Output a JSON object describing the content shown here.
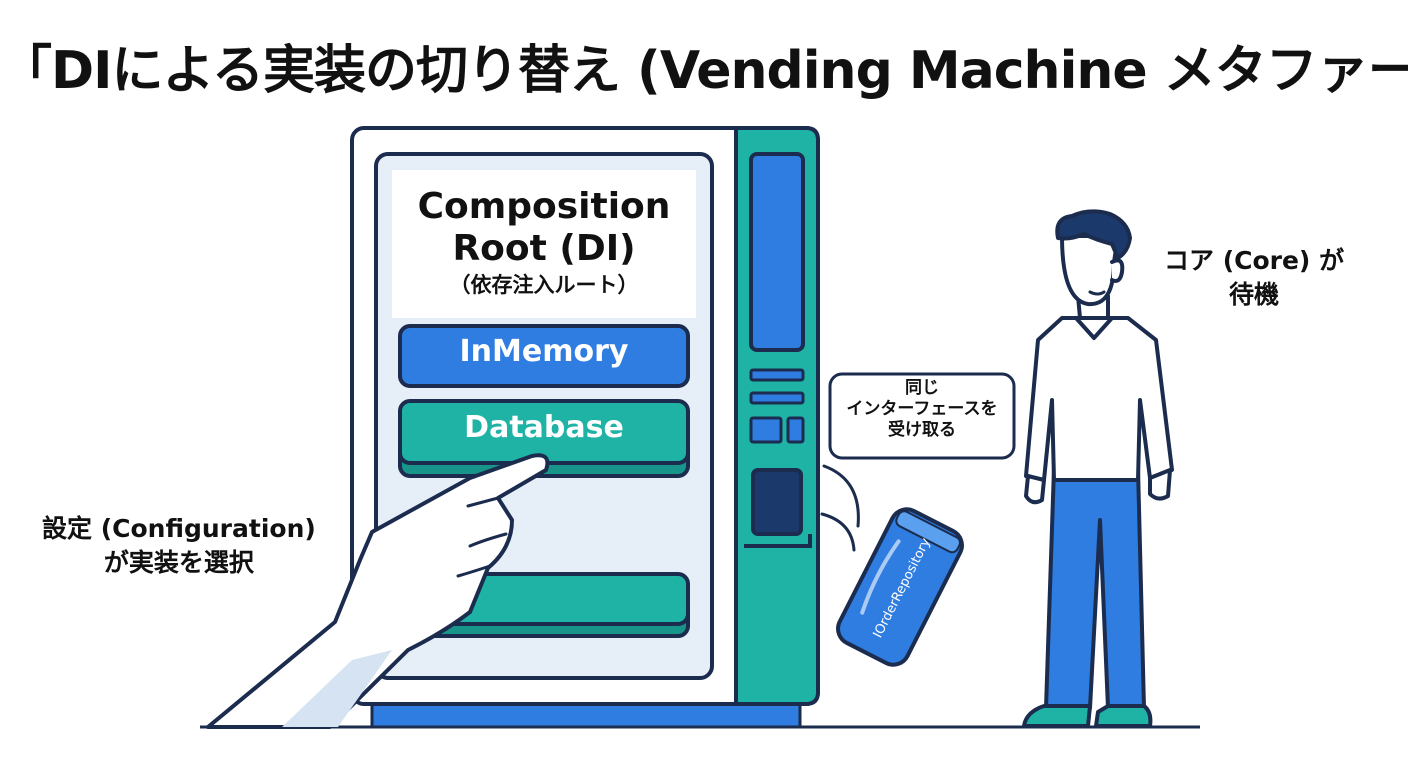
{
  "title": "「DIによる実装の切り替え (Vending Machine メタファー」",
  "panel": {
    "heading_line1": "Composition",
    "heading_line2": "Root (DI)",
    "heading_sub": "（依存注入ルート）"
  },
  "options": [
    {
      "label": "InMemory",
      "color": "#2f7de1"
    },
    {
      "label": "Database",
      "color": "#1fb3a6"
    }
  ],
  "speech_bubble": {
    "line1": "同じ",
    "line2": "インターフェースを",
    "line3": "受け取る"
  },
  "can_label": "IOrderRepository",
  "core_label": {
    "line1": "コア (Core) が",
    "line2": "待機"
  },
  "config_label": {
    "line1": "設定 (Configuration)",
    "line2": "が実装を選択"
  },
  "colors": {
    "outline": "#1b2c4e",
    "blue": "#2f7de1",
    "teal": "#1fb3a6",
    "panel_bg": "#e6eef8"
  }
}
